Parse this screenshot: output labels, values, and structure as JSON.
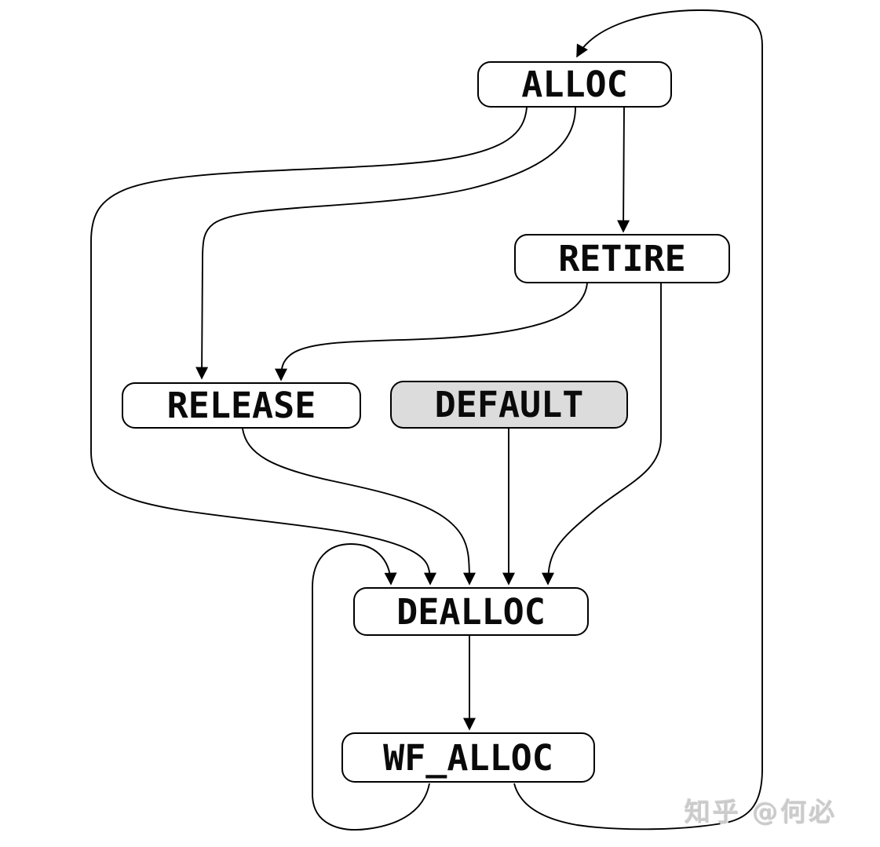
{
  "diagram": {
    "type": "state-transition-diagram",
    "nodes": [
      {
        "id": "ALLOC",
        "label": "ALLOC",
        "highlighted": false
      },
      {
        "id": "RETIRE",
        "label": "RETIRE",
        "highlighted": false
      },
      {
        "id": "RELEASE",
        "label": "RELEASE",
        "highlighted": false
      },
      {
        "id": "DEFAULT",
        "label": "DEFAULT",
        "highlighted": true
      },
      {
        "id": "DEALLOC",
        "label": "DEALLOC",
        "highlighted": false
      },
      {
        "id": "WF_ALLOC",
        "label": "WF_ALLOC",
        "highlighted": false
      }
    ],
    "edges": [
      {
        "from": "ALLOC",
        "to": "RETIRE"
      },
      {
        "from": "ALLOC",
        "to": "RELEASE"
      },
      {
        "from": "ALLOC",
        "to": "DEALLOC"
      },
      {
        "from": "RETIRE",
        "to": "RELEASE"
      },
      {
        "from": "RETIRE",
        "to": "DEALLOC"
      },
      {
        "from": "RELEASE",
        "to": "DEALLOC"
      },
      {
        "from": "DEFAULT",
        "to": "DEALLOC"
      },
      {
        "from": "DEALLOC",
        "to": "WF_ALLOC"
      },
      {
        "from": "WF_ALLOC",
        "to": "DEALLOC"
      },
      {
        "from": "WF_ALLOC",
        "to": "ALLOC"
      }
    ]
  },
  "colors": {
    "background": "#ffffff",
    "node_fill": "#ffffff",
    "highlight_fill": "#dcdcdc",
    "stroke": "#000000"
  },
  "watermark": {
    "text": "知乎 @何必"
  }
}
